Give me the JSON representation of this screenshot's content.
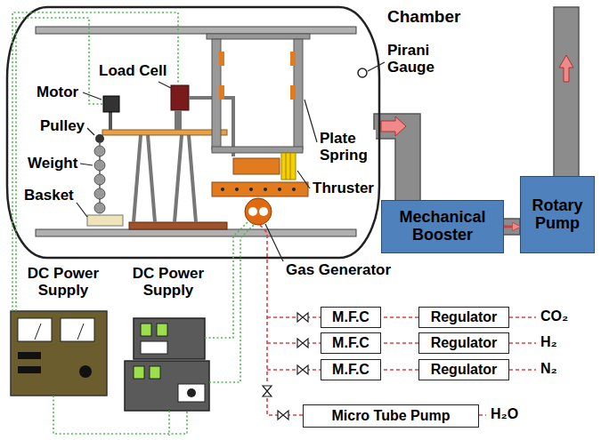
{
  "diagram": {
    "nodes": [
      {
        "text": [
          "Mechanical Booster"
        ]
      },
      {
        "text": [
          "Rotary Pump"
        ]
      },
      {
        "text": [
          "M.F.C"
        ]
      },
      {
        "text": [
          "Regulator"
        ]
      },
      {
        "text": [
          "M.F.C"
        ]
      },
      {
        "text": [
          "Regulator"
        ]
      },
      {
        "text": [
          "M.F.C"
        ]
      },
      {
        "text": [
          "Regulator"
        ]
      },
      {
        "text": [
          "Micro Tube Pump"
        ]
      }
    ],
    "edges": [
      {
        "from": 0,
        "to": 1,
        "arrow": "to"
      },
      {
        "from": 3,
        "to": 2,
        "arrow": "none"
      },
      {
        "from": 5,
        "to": 4,
        "arrow": "none"
      },
      {
        "from": 7,
        "to": 6,
        "arrow": "none"
      }
    ],
    "labels": [
      "Chamber",
      "Pirani Gauge",
      "Motor",
      "Load Cell",
      "Pulley",
      "Weight",
      "Basket",
      "Plate Spring",
      "Thruster",
      "Gas Generator",
      "DC Power Supply",
      "DC Power Supply",
      "CO₂",
      "H₂",
      "N₂",
      "H₂O"
    ]
  }
}
